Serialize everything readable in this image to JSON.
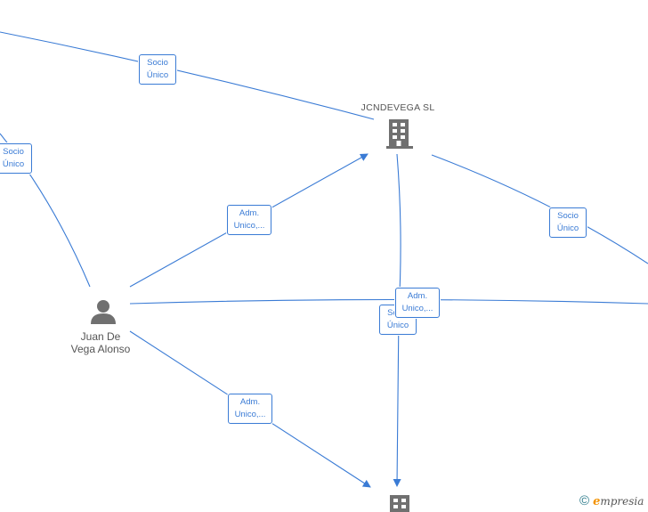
{
  "nodes": {
    "company_top": {
      "name": "JCNDEVEGA  SL",
      "icon": "building-icon"
    },
    "person": {
      "name_line1": "Juan De",
      "name_line2": "Vega Alonso",
      "icon": "person-icon"
    },
    "company_bottom": {
      "icon": "building-icon"
    }
  },
  "edges": [
    {
      "id": "top-left-socio",
      "line1": "Socio",
      "line2": "Único"
    },
    {
      "id": "left-socio",
      "line1": "Socio",
      "line2": "Único"
    },
    {
      "id": "person-to-top-adm",
      "line1": "Adm.",
      "line2": "Unico,..."
    },
    {
      "id": "top-right-socio",
      "line1": "Socio",
      "line2": "Único"
    },
    {
      "id": "center-adm",
      "line1": "Adm.",
      "line2": "Unico,..."
    },
    {
      "id": "center-socio",
      "line1": "Socio",
      "line2": "Único"
    },
    {
      "id": "person-to-bottom-adm",
      "line1": "Adm.",
      "line2": "Unico,..."
    }
  ],
  "watermark": {
    "copyright": "©",
    "brand_initial": "e",
    "brand_rest": "mpresia"
  },
  "colors": {
    "edge": "#3a7bd5",
    "icon": "#707070",
    "brand": "#f39200"
  }
}
